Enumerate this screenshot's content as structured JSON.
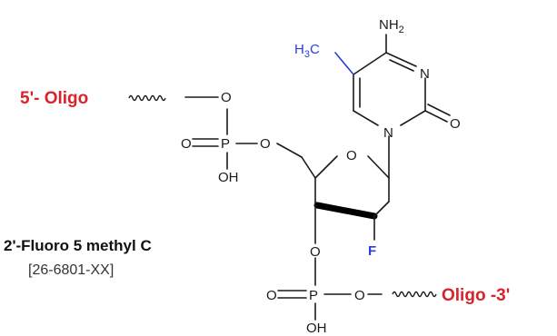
{
  "labels": {
    "five_prime": "5'- Oligo",
    "three_prime": "Oligo -3'"
  },
  "caption": {
    "name": "2'-Fluoro 5 methyl C",
    "code": "[26-6801-XX]"
  },
  "atoms": {
    "nh2": "NH",
    "nh2_sub": "2",
    "methyl": "H",
    "methyl_sub": "3",
    "methyl_tail": "C",
    "n3": "N",
    "n1": "N",
    "o_carbonyl": "O",
    "o_ring": "O",
    "fluorine": "F",
    "p_top": "P",
    "o_top_up": "O",
    "o_top_double": "O",
    "o_top_right": "O",
    "oh_top": "OH",
    "o3_prime": "O",
    "p_bottom": "P",
    "o_bottom_double": "O",
    "o_bottom_right": "O",
    "oh_bottom": "OH"
  },
  "colors": {
    "oligo_red": "#d8232a",
    "methyl_blue": "#2a3de0",
    "fluorine_blue": "#2a3de0"
  }
}
